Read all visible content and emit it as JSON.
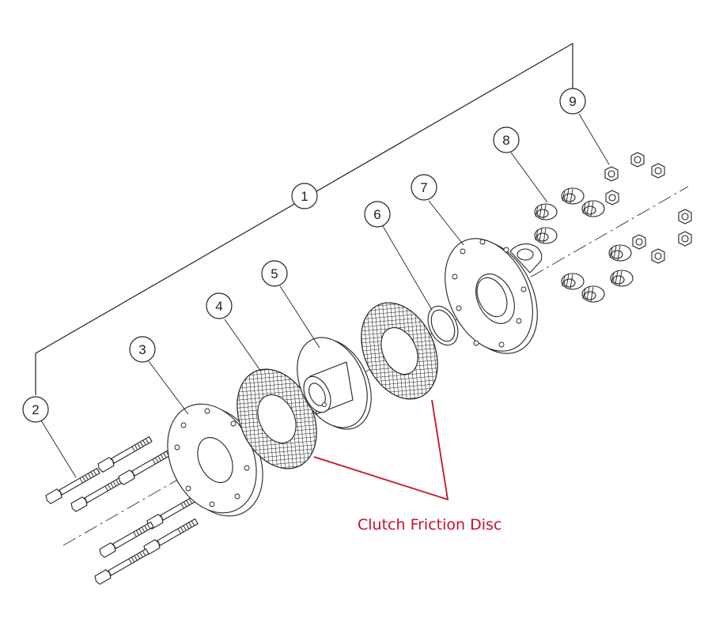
{
  "callouts": [
    {
      "id": "callout-1",
      "label": "1"
    },
    {
      "id": "callout-2",
      "label": "2"
    },
    {
      "id": "callout-3",
      "label": "3"
    },
    {
      "id": "callout-4",
      "label": "4"
    },
    {
      "id": "callout-5",
      "label": "5"
    },
    {
      "id": "callout-6",
      "label": "6"
    },
    {
      "id": "callout-7",
      "label": "7"
    },
    {
      "id": "callout-8",
      "label": "8"
    },
    {
      "id": "callout-9",
      "label": "9"
    }
  ],
  "annotation": {
    "text": "Clutch Friction Disc",
    "color": "#c8102e"
  },
  "colors": {
    "line": "#222222",
    "accent": "#c8102e"
  }
}
